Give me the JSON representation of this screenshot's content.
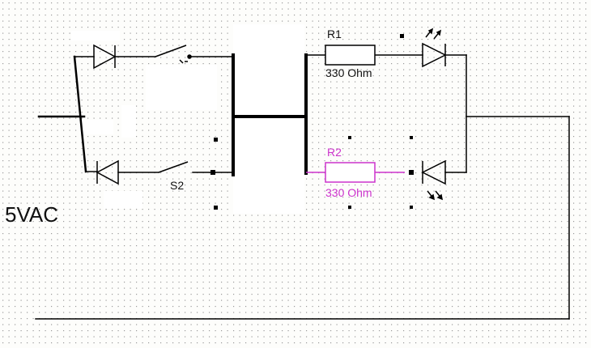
{
  "labels": {
    "source": "5VAC",
    "r1_ref": "R1",
    "r1_value": "330 Ohm",
    "r2_ref": "R2",
    "r2_value": "330 Ohm",
    "s2_ref": "S2"
  },
  "colors": {
    "background": "#fdfdfb",
    "grid_dot": "#9a9a9a",
    "wire": "#000000",
    "selected": "#cc33cc",
    "blank": "#ffffff"
  },
  "icons": {
    "diode": "diode-icon",
    "led": "led-icon",
    "switch": "switch-icon",
    "resistor": "resistor-icon"
  }
}
